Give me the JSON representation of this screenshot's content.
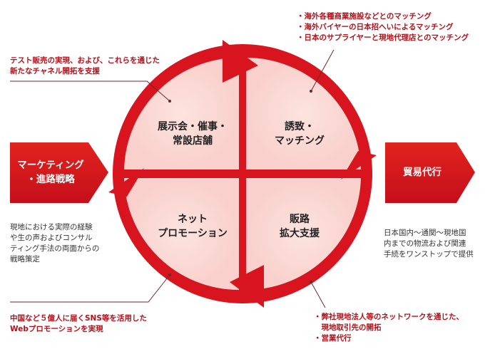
{
  "colors": {
    "accent": "#d2121e",
    "accent_dark": "#b0121b",
    "ring": "#d8141f",
    "quadrant_fill": "#fce3e0",
    "leader_line": "#6b2a2a"
  },
  "left_panel": {
    "title_lines": [
      "マーケティング",
      "・進路戦略"
    ],
    "desc_lines": [
      "現地における実際の経験",
      "や生の声およびコンサル",
      "ティング手法の両面からの",
      "戦略策定"
    ]
  },
  "right_panel": {
    "title_lines": [
      "貿易代行"
    ],
    "desc_lines": [
      "日本国内～通関～現地国",
      "内までの物流および関連",
      "手続をワンストップで提供"
    ]
  },
  "quadrants": {
    "top_left": [
      "展示会・催事・",
      "常設店舗"
    ],
    "top_right": [
      "誘致・",
      "マッチング"
    ],
    "bottom_left": [
      "ネット",
      "プロモーション"
    ],
    "bottom_right": [
      "販路",
      "拡大支援"
    ]
  },
  "notes": {
    "top_left": [
      "テスト販売の実現、および、これらを通じた",
      "新たなチャネル開拓を支援"
    ],
    "top_right": [
      "・海外各種商業施設などとのマッチング",
      "・海外バイヤーの日本招へいによるマッチング",
      "・日本のサプライヤーと現地代理店とのマッチング"
    ],
    "bottom_left": [
      "中国など５億人に届くSNS等を活用した",
      "Webプロモーションを実現"
    ],
    "bottom_right": [
      "・弊社現地法人等のネットワークを通じた、",
      "　現地取引先の開拓",
      "・営業代行"
    ]
  }
}
